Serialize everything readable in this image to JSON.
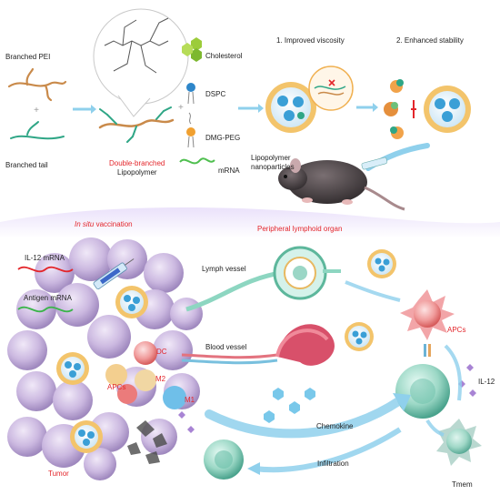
{
  "top": {
    "branched_pei": "Branched PEI",
    "branched_tail": "Branched tail",
    "double_branched": "Double-branched",
    "lipopolymer": "Lipopolymer",
    "cholesterol": "Cholesterol",
    "dspc": "DSPC",
    "dmg_peg": "DMG-PEG",
    "mrna": "mRNA",
    "step1": "1. Improved viscosity",
    "step2": "2. Enhanced stability",
    "lpnp_line1": "Lipopolymer",
    "lpnp_line2": "nanoparticles"
  },
  "bottom": {
    "in_situ": "In situ",
    "vaccination": " vaccination",
    "peripheral": "Peripheral lymphoid organ",
    "il12_mrna": "IL-12 mRNA",
    "antigen_mrna": "Antigen mRNA",
    "lymph_vessel": "Lymph vessel",
    "blood_vessel": "Blood vessel",
    "dc": "DC",
    "m2": "M2",
    "apcs_left": "APCs",
    "m1": "M1",
    "apcs_right": "APCs",
    "il12": "IL-12",
    "chemokine": "Chemokine",
    "infiltration": "Infiltration",
    "tumor": "Tumor",
    "tmem": "Tmem"
  },
  "colors": {
    "red_label": "#e3262b",
    "arrow_blue": "#8fd0ec",
    "tumor_purple": "#c7b3dd",
    "pei_orange": "#c98a4a",
    "tail_green": "#2fa686",
    "spleen_pink": "#d8506a"
  }
}
